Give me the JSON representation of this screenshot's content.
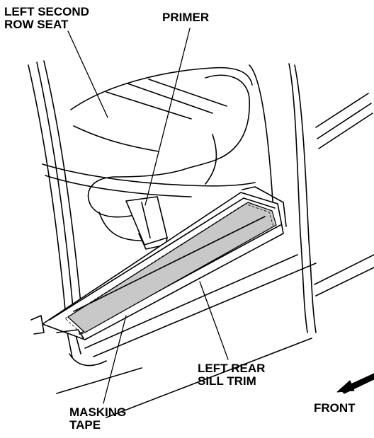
{
  "labels": {
    "seat_line1": "LEFT SECOND",
    "seat_line2": "ROW SEAT",
    "primer": "PRIMER",
    "sill_line1": "LEFT REAR",
    "sill_line2": "SILL TRIM",
    "tape_line1": "MASKING",
    "tape_line2": "TAPE",
    "front": "FRONT"
  },
  "colors": {
    "line": "#000000",
    "tape_fill": "#c8c8c8",
    "background": "#ffffff"
  },
  "icons": [
    "front-direction-arrow-icon"
  ]
}
